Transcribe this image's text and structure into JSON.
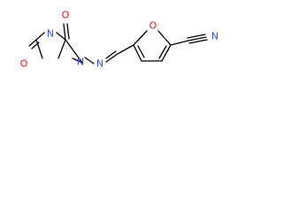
{
  "colors": {
    "bond": "#000000",
    "carbon": "#000000",
    "oxygen": "#ff0d0d",
    "nitrogen": "#3050f8"
  },
  "atoms": {
    "o1": "O",
    "n1": "N",
    "o2": "O",
    "n2": "N",
    "n3": "N",
    "o3": "O",
    "n4": "N"
  }
}
